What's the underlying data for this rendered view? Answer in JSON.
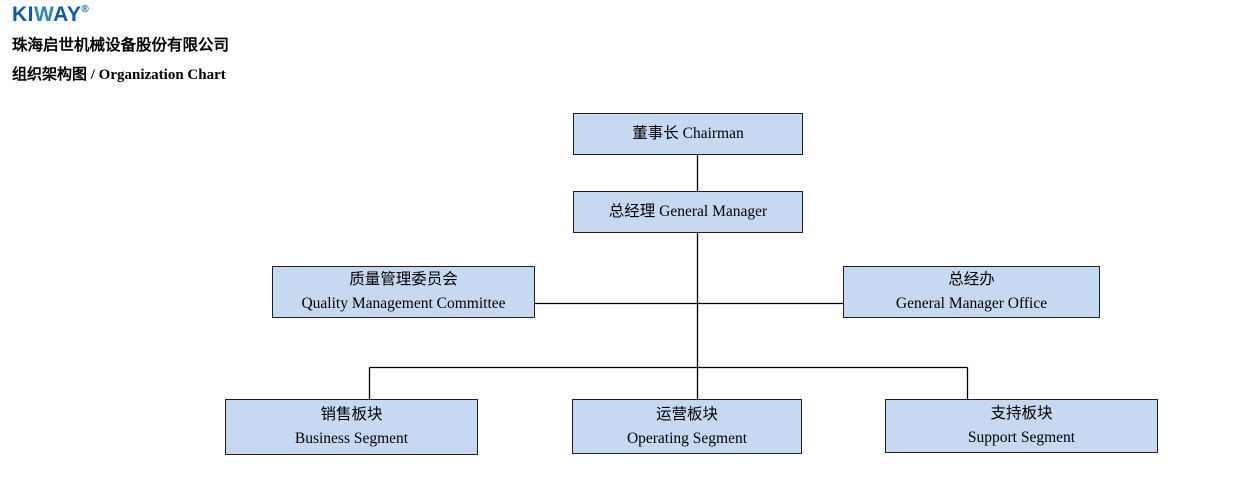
{
  "header": {
    "logo": "KIWAY",
    "logo_k_i": "KI",
    "logo_w": "W",
    "logo_a_y": "AY",
    "registered_mark": "®",
    "company_name": "珠海启世机械设备股份有限公司",
    "page_title": "组织架构图 / Organization Chart"
  },
  "colors": {
    "logo_blue": "#0b59ac",
    "logo_blue_light": "#2a84c9",
    "node_fill": "#c6d9f1",
    "node_border": "#1f1f1f",
    "connector_line": "#000000",
    "background": "#ffffff",
    "text": "#000000"
  },
  "org_chart": {
    "type": "organization-tree",
    "nodes": {
      "chairman": {
        "label": "董事长 Chairman"
      },
      "general_manager": {
        "label": "总经理 General Manager"
      },
      "quality_committee": {
        "label_zh": "质量管理委员会",
        "label_en": "Quality Management Committee"
      },
      "gm_office": {
        "label_zh": "总经办",
        "label_en": "General Manager Office"
      },
      "business_segment": {
        "label_zh": "销售板块",
        "label_en": "Business Segment"
      },
      "operating_segment": {
        "label_zh": "运营板块",
        "label_en": "Operating Segment"
      },
      "support_segment": {
        "label_zh": "支持板块",
        "label_en": "Support Segment"
      }
    },
    "hierarchy": [
      "董事长 Chairman > 总经理 General Manager",
      "总经理 General Manager > 质量管理委员会 Quality Management Committee",
      "总经理 General Manager > 总经办 General Manager Office",
      "总经理 General Manager > 销售板块 Business Segment",
      "总经理 General Manager > 运营板块 Operating Segment",
      "总经理 General Manager > 支持板块 Support Segment"
    ]
  }
}
